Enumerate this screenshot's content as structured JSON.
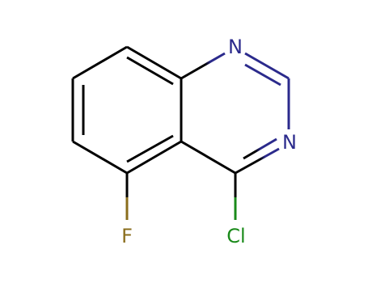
{
  "molecule": {
    "atoms": {
      "n1": {
        "label": "N",
        "color": "#2b2a8c"
      },
      "n3": {
        "label": "N",
        "color": "#2b2a8c"
      },
      "cl": {
        "label": "Cl",
        "color": "#1a8a1a"
      },
      "f": {
        "label": "F",
        "color": "#8a6d1c"
      }
    },
    "bond_color": "#000000"
  }
}
